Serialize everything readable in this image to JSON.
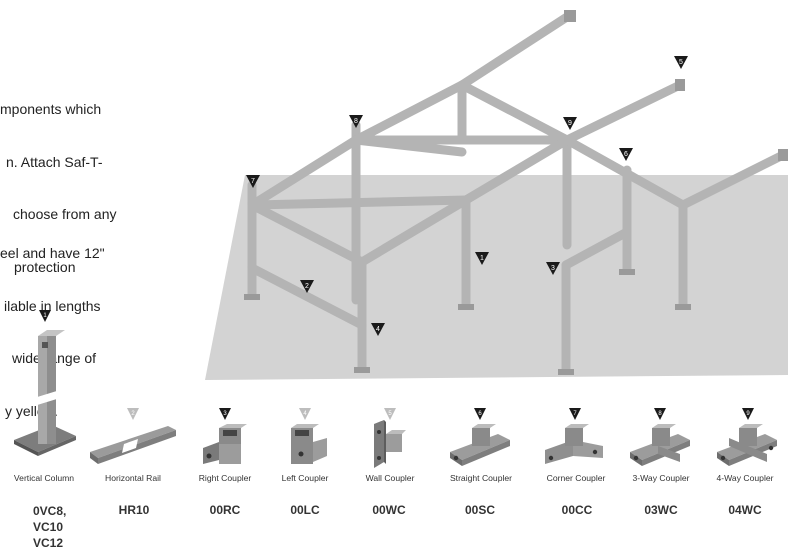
{
  "intro": {
    "paragraph1": [
      "mponents which",
      "n. Attach Saf-T-",
      "choose from any",
      "protection"
    ],
    "paragraph2": [
      "eel and have 12\"",
      "ilable in lengths",
      "wide range of",
      "y yellow."
    ]
  },
  "diagram_callouts": [
    "1",
    "2",
    "3",
    "4",
    "5",
    "6",
    "7",
    "8",
    "9"
  ],
  "parts": [
    {
      "num": "1",
      "name": "Vertical Column",
      "codes": [
        "0VC8,",
        "VC10",
        "VC12"
      ]
    },
    {
      "num": "2",
      "name": "Horizontal Rail",
      "codes": [
        "HR10"
      ]
    },
    {
      "num": "3",
      "name": "Right Coupler",
      "codes": [
        "00RC"
      ]
    },
    {
      "num": "4",
      "name": "Left Coupler",
      "codes": [
        "00LC"
      ]
    },
    {
      "num": "5",
      "name": "Wall Coupler",
      "codes": [
        "00WC"
      ]
    },
    {
      "num": "6",
      "name": "Straight Coupler",
      "codes": [
        "00SC"
      ]
    },
    {
      "num": "7",
      "name": "Corner Coupler",
      "codes": [
        "00CC"
      ]
    },
    {
      "num": "8",
      "name": "3-Way Coupler",
      "codes": [
        "03WC"
      ]
    },
    {
      "num": "9",
      "name": "4-Way Coupler",
      "codes": [
        "04WC"
      ]
    }
  ],
  "colors": {
    "marker_dark": "#1a1a1a",
    "marker_light": "#bdbdbd",
    "floor": "#d3d3d3",
    "pipe": "#b8b8b8"
  }
}
